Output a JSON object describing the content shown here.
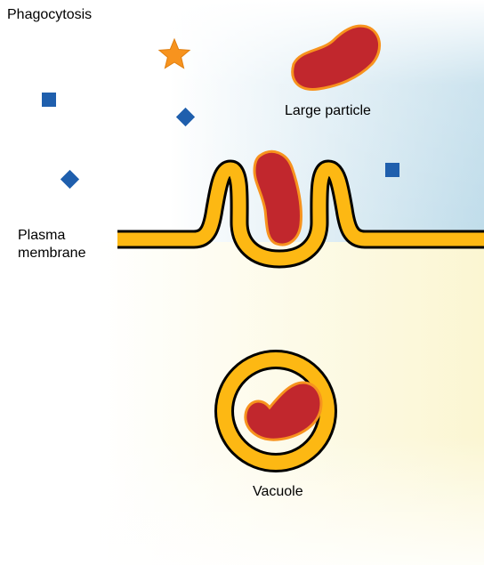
{
  "diagram": {
    "title": "Phagocytosis",
    "labels": {
      "large_particle": "Large particle",
      "plasma_membrane_line1": "Plasma",
      "plasma_membrane_line2": "membrane",
      "vacuole": "Vacuole"
    },
    "colors": {
      "membrane_fill": "#FDB813",
      "membrane_outline": "#000000",
      "particle_fill": "#C1272D",
      "particle_outline": "#F7931E",
      "star": "#F7931E",
      "small_molecules": "#1F5FAD",
      "extracellular_tint": "#BFDCEA",
      "cytoplasm_tint": "#FBF7D6"
    }
  }
}
